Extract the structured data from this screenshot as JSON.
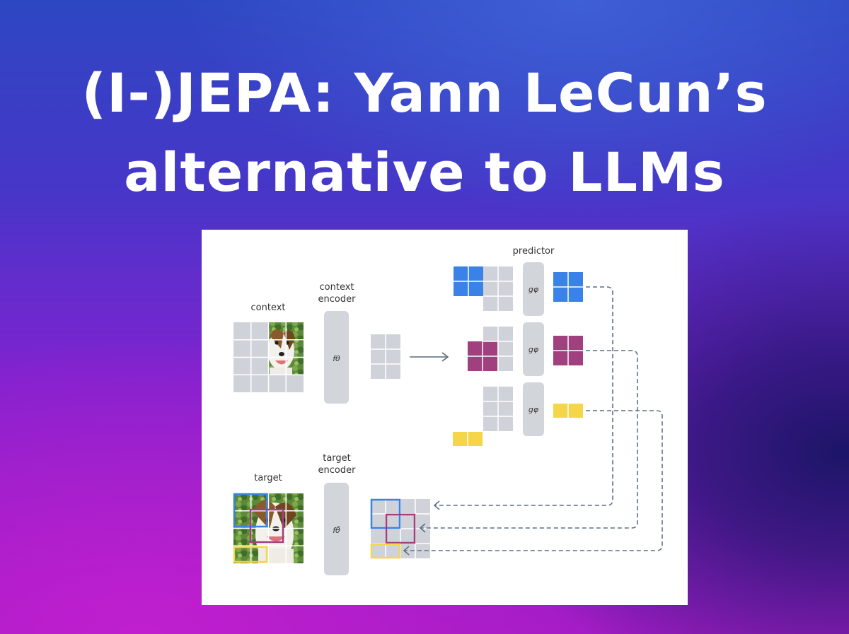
{
  "title": {
    "line1": "(I-)JEPA: Yann LeCun’s",
    "line2": "alternative to LLMs"
  },
  "diagram": {
    "labels": {
      "context": "context",
      "context_encoder_1": "context",
      "context_encoder_2": "encoder",
      "predictor": "predictor",
      "target": "target",
      "target_encoder_1": "target",
      "target_encoder_2": "encoder"
    },
    "symbols": {
      "context_encoder": "fθ",
      "target_encoder": "fθ̄",
      "predictor": "gφ"
    },
    "colors": {
      "blue": "#3a82e8",
      "magenta": "#a1407f",
      "yellow": "#f5d64a",
      "gray_cell": "#cfd3d9",
      "encoder_box": "#d2d5da",
      "arrow": "#5a6878",
      "dashed": "#5e6f86"
    }
  }
}
